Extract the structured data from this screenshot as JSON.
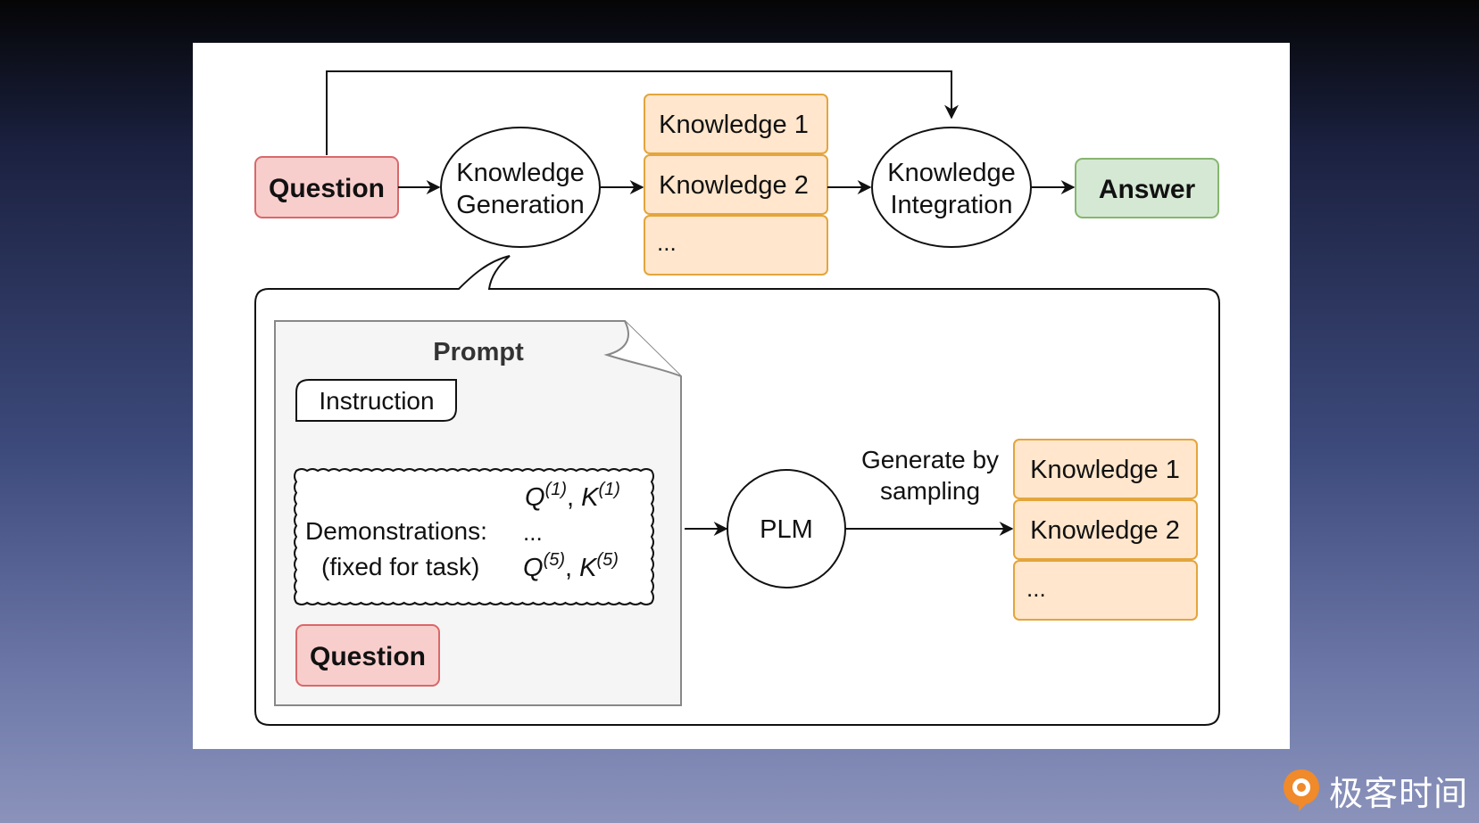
{
  "top_flow": {
    "question": "Question",
    "knowledge_generation": [
      "Knowledge",
      "Generation"
    ],
    "knowledge_items": [
      "Knowledge 1",
      "Knowledge 2",
      "..."
    ],
    "knowledge_integration": [
      "Knowledge",
      "Integration"
    ],
    "answer": "Answer"
  },
  "prompt_panel": {
    "title": "Prompt",
    "instruction": "Instruction",
    "demonstrations_label": "Demonstrations:",
    "fixed_label": "(fixed for task)",
    "demo_first": {
      "q": "Q",
      "q_sup": "(1)",
      "sep": ", ",
      "k": "K",
      "k_sup": "(1)"
    },
    "demo_ellipsis": "...",
    "demo_last": {
      "q": "Q",
      "q_sup": "(5)",
      "sep": ", ",
      "k": "K",
      "k_sup": "(5)"
    },
    "question": "Question"
  },
  "generation": {
    "plm": "PLM",
    "edge_label": [
      "Generate by",
      "sampling"
    ],
    "knowledge_items": [
      "Knowledge 1",
      "Knowledge 2",
      "..."
    ]
  },
  "watermark": {
    "text": "极客时间",
    "logo": "geektime-logo-icon"
  },
  "colors": {
    "question_fill": "#f8cecc",
    "question_stroke": "#d9686a",
    "knowledge_fill": "#ffe6cc",
    "knowledge_stroke": "#e3a53c",
    "answer_fill": "#d5e8d4",
    "answer_stroke": "#86b56f",
    "prompt_fill": "#f5f5f5",
    "accent_orange": "#f08a2a"
  }
}
